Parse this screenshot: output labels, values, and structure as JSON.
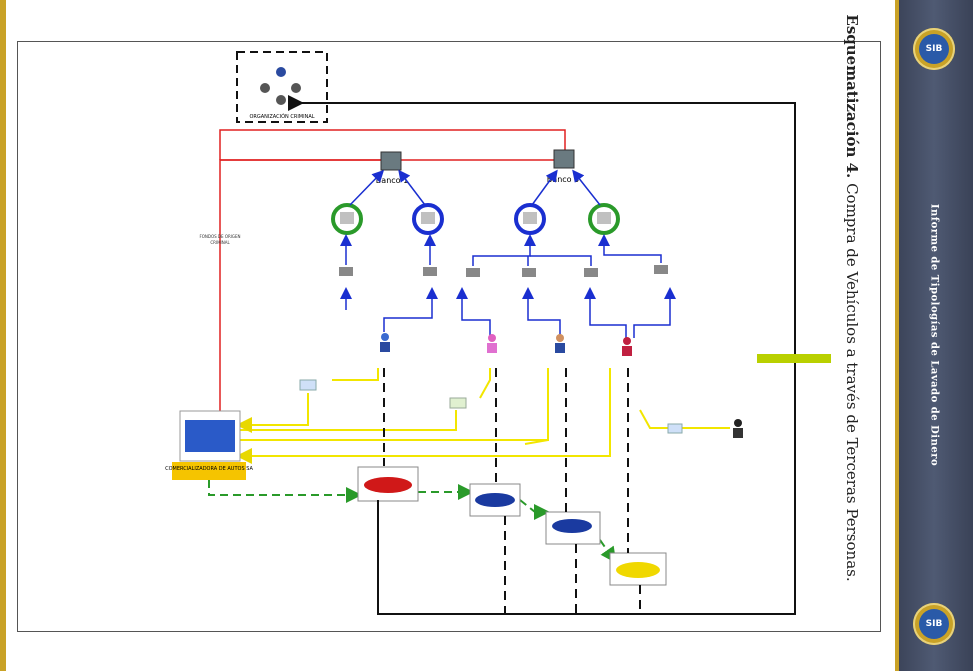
{
  "sidebar": {
    "report_title": "Informe de Tipologías de Lavado de Dinero",
    "seal_label": "SIB"
  },
  "scheme": {
    "title_bold": "Esquematización 4.",
    "title_rest": "Compra de Vehículos a través de Terceras Personas."
  },
  "diagram": {
    "org_label": "ORGANIZACIÓN CRIMINAL",
    "bank1": "Banco 1",
    "bank5": "Banco 5",
    "dealer": "COMERCIALIZADORA DE AUTOS SA",
    "colors": {
      "red": "#e02020",
      "blue": "#1a2fd0",
      "yellow": "#f2e600",
      "green": "#2a9a2a",
      "black": "#111111",
      "dealer_bg": "#f5c400",
      "rating_bg": "#b9d000"
    }
  },
  "tabs": []
}
